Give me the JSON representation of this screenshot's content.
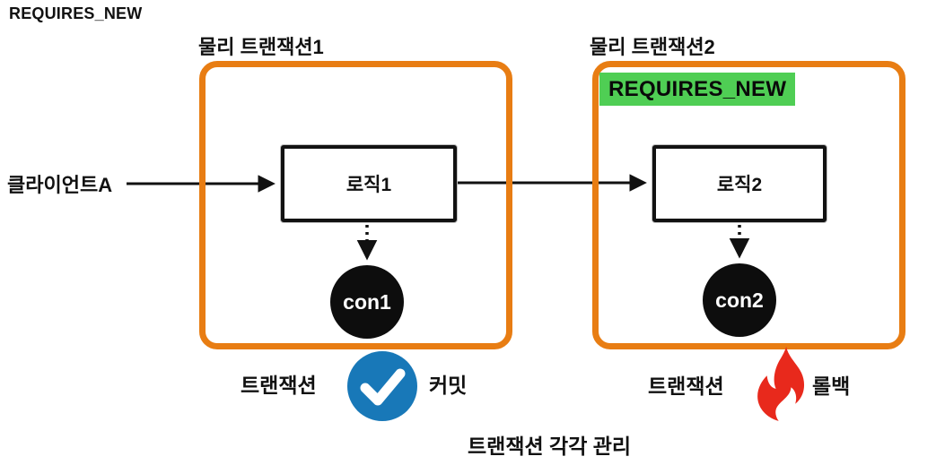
{
  "title": "REQUIRES_NEW",
  "colors": {
    "box_border_orange": "#E87D13",
    "badge_green": "#4FCE54",
    "commit_blue": "#1878B8",
    "rollback_red": "#E8291C",
    "line_black": "#111111"
  },
  "client": {
    "label": "클라이언트A"
  },
  "tx1": {
    "label": "물리 트랜잭션1",
    "logic_label": "로직1",
    "connection_label": "con1",
    "status_prefix": "트랜잭션",
    "status_label": "커밋",
    "status_icon": "check-icon"
  },
  "tx2": {
    "label": "물리 트랜잭션2",
    "badge": "REQUIRES_NEW",
    "logic_label": "로직2",
    "connection_label": "con2",
    "status_prefix": "트랜잭션",
    "status_label": "롤백",
    "status_icon": "fire-icon"
  },
  "footer": {
    "caption": "트랜잭션 각각 관리"
  }
}
